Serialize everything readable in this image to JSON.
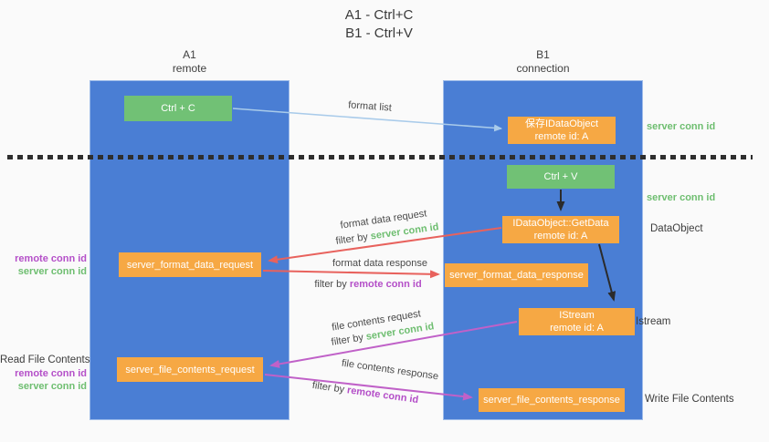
{
  "title": {
    "line1": "A1 - Ctrl+C",
    "line2": "B1 - Ctrl+V"
  },
  "lanes": {
    "left": {
      "name": "A1",
      "role": "remote"
    },
    "right": {
      "name": "B1",
      "role": "connection"
    }
  },
  "nodes": {
    "ctrl_c": {
      "label": "Ctrl + C"
    },
    "save_dataobject": {
      "line1": "保存IDataObject",
      "line2": "remote id: A"
    },
    "ctrl_v": {
      "label": "Ctrl + V"
    },
    "getdata": {
      "line1": "IDataObject::GetData",
      "line2": "remote id: A"
    },
    "istream": {
      "line1": "IStream",
      "line2": "remote id: A"
    },
    "format_request": {
      "label": "server_format_data_request"
    },
    "format_response": {
      "label": "server_format_data_response"
    },
    "file_request": {
      "label": "server_file_contents_request"
    },
    "file_response": {
      "label": "server_file_contents_response"
    }
  },
  "flows": {
    "format_list": {
      "label": "format list"
    },
    "format_data_request": {
      "label": "format data request",
      "filter_prefix": "filter by",
      "filter_key": "server conn id"
    },
    "format_data_response": {
      "label": "format data response",
      "filter_prefix": "filter by",
      "filter_key": "remote conn id"
    },
    "file_contents_request": {
      "label": "file contents request",
      "filter_prefix": "filter by",
      "filter_key": "server conn id"
    },
    "file_contents_response": {
      "label": "file contents response",
      "filter_prefix": "filter by",
      "filter_key": "remote conn id"
    }
  },
  "annotations": {
    "left_format_remote": "remote conn id",
    "left_format_server": "server conn id",
    "read_file_contents": "Read File Contents",
    "left_file_remote": "remote conn id",
    "left_file_server": "server conn id",
    "right_server_conn_top": "server conn id",
    "right_server_conn_mid": "server conn id",
    "dataobject": "DataObject",
    "istream": "Istream",
    "write_file_contents": "Write File Contents"
  },
  "colors": {
    "lane_blue": "#4A7ED4",
    "node_green": "#71C175",
    "node_orange": "#F6A844",
    "arrow_light_blue": "#A9CBEA",
    "arrow_black": "#2B2B2B",
    "arrow_red": "#E8625D",
    "arrow_magenta": "#C061C8",
    "text_green": "#6EBE70",
    "text_purple": "#B44FC8",
    "background": "#FAFAFA"
  }
}
